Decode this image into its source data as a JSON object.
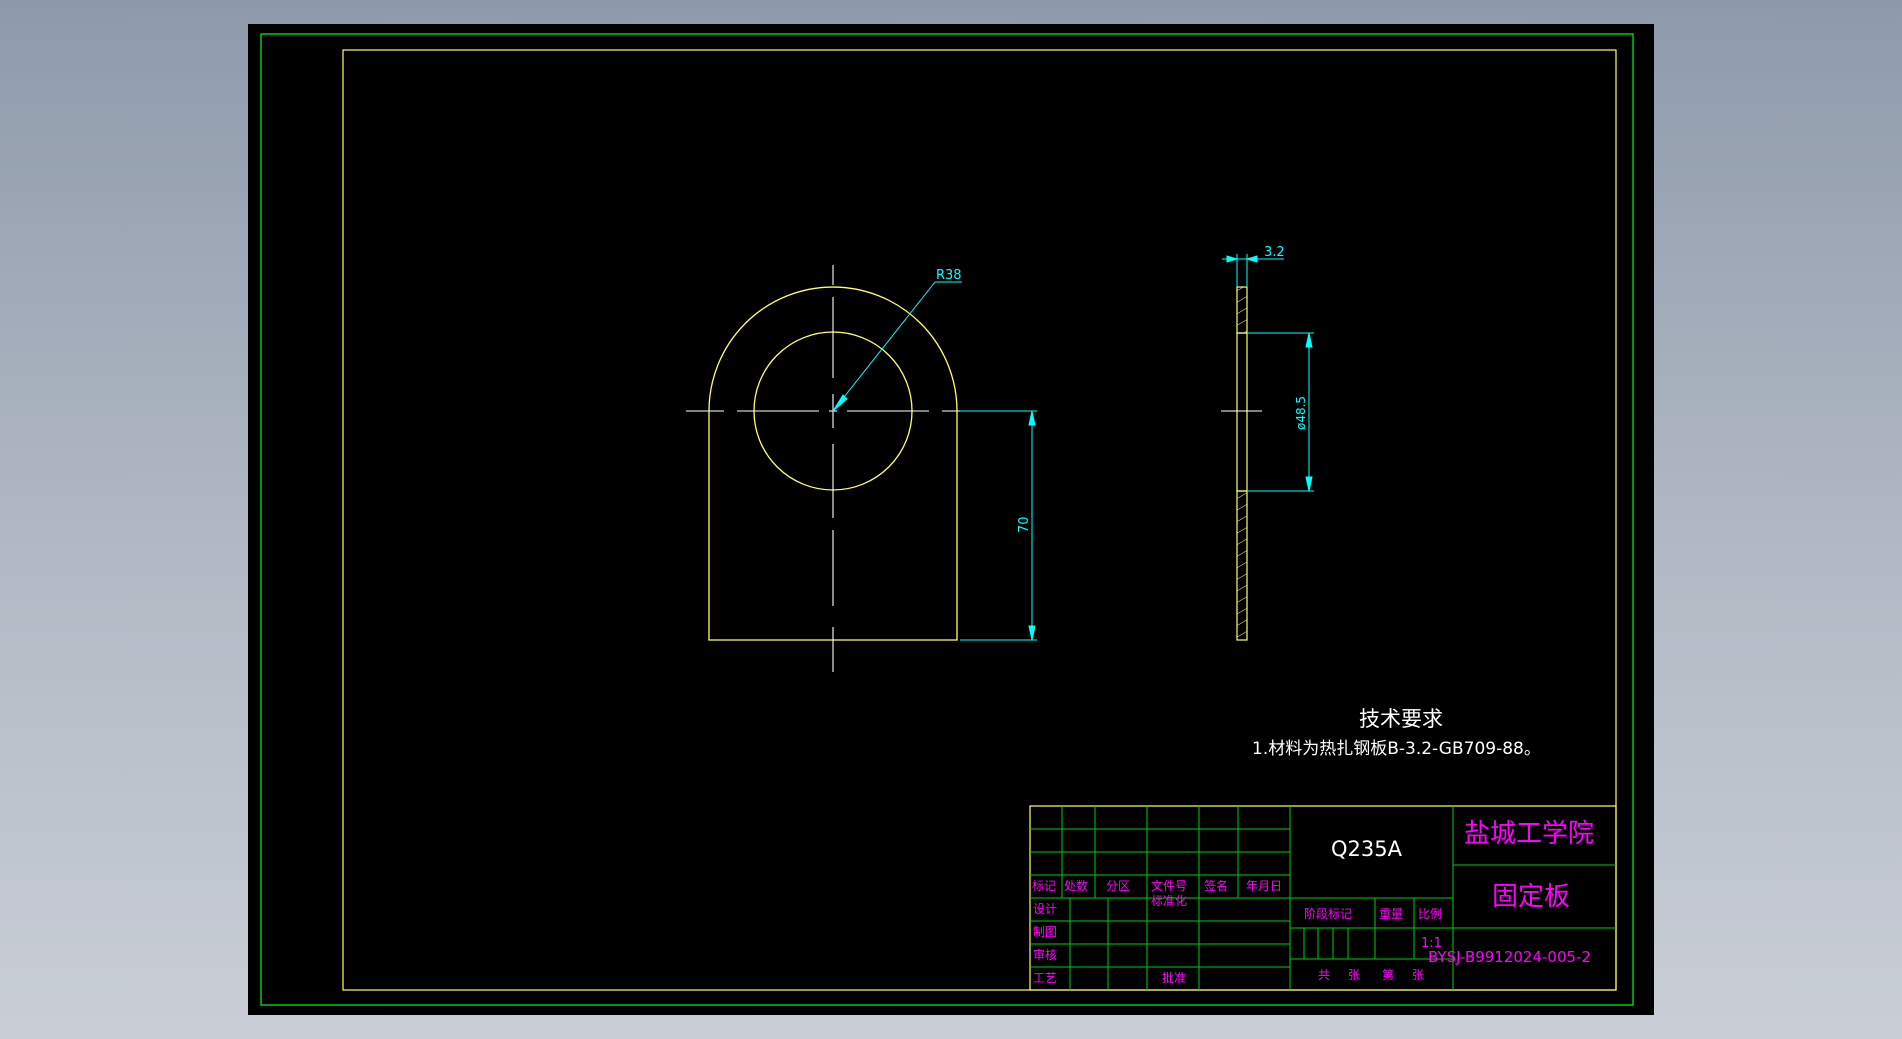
{
  "colors": {
    "background": "#000000",
    "outer_frame": "#00ff00",
    "inner_frame": "#ffff66",
    "outline": "#ffff66",
    "centerline": "#ffffff",
    "dimension": "#00ffff",
    "title_text": "#ff00ff",
    "grid": "#00d000",
    "text_white": "#ffffff"
  },
  "dimensions": {
    "radius": "R38",
    "height": "70",
    "thickness": "3.2",
    "hole_diameter": "ø48.5"
  },
  "notes": {
    "heading": "技术要求",
    "line1": "1.材料为热扎钢板B-3.2-GB709-88。"
  },
  "title_block": {
    "material": "Q235A",
    "institution": "盐城工学院",
    "part_name": "固定板",
    "drawing_no": "BYSJ-B9912024-005-2",
    "scale_value": "1:1",
    "labels": {
      "mark": "标记",
      "count": "处数",
      "zone": "分区",
      "doc_no": "文件号",
      "sign": "签名",
      "date": "年月日",
      "design": "设计",
      "standardize": "标准化",
      "draw": "制图",
      "review": "审核",
      "process": "工艺",
      "approve": "批准",
      "stage_mark": "阶段标记",
      "weight": "重量",
      "scale": "比例",
      "total": "共",
      "sheet": "张",
      "nth": "第",
      "sheet2": "张"
    }
  }
}
